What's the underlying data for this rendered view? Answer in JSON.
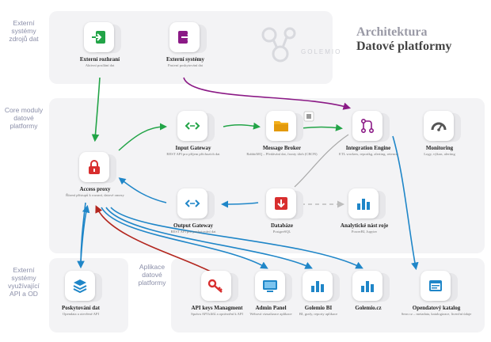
{
  "header": {
    "title_line1": "Architektura",
    "title_line2": "Datové platformy",
    "brand": "GOLEMIO"
  },
  "sections": {
    "external_sources": "Externí systémy zdrojů dat",
    "core_modules": "Core moduly datové platformy",
    "external_consumers": "Externí systémy využívající API a OD",
    "applications": "Aplikace datové platformy"
  },
  "colors": {
    "green": "#22a447",
    "purple": "#8b1a86",
    "blue": "#1f86c8",
    "dark_red": "#b3261e",
    "gray_dashed": "#bdbdbd",
    "red_icon": "#d82e2e",
    "yellow_icon": "#f2b01e"
  },
  "nodes": {
    "ext_sources": {
      "title": "Externí rozhraní",
      "subtitle": "Aktivní posílání dat",
      "icon": "login-icon"
    },
    "ext_systems": {
      "title": "Externí systémy",
      "subtitle": "Pasivní poskytování dat",
      "icon": "logout-icon"
    },
    "access_proxy": {
      "title": "Access proxy",
      "subtitle": "Řízení přístupů k rozraní, datové omezy",
      "icon": "lock-icon"
    },
    "input_gateway": {
      "title": "Input Gateway",
      "subtitle": "REST API pro příjem příchozích dat",
      "icon": "code-icon"
    },
    "message_broker": {
      "title": "Message Broker",
      "subtitle": "RabbitMQ – Předávání dat, fronty úloh (CRON)",
      "icon": "folder-icon"
    },
    "integration_engine": {
      "title": "Integration Engine",
      "subtitle": "ETL workers, reportkg, alerting, retence",
      "icon": "merge-icon"
    },
    "monitoring": {
      "title": "Monitoring",
      "subtitle": "Logy, výkon, alerting",
      "icon": "gauge-icon"
    },
    "output_gateway": {
      "title": "Output Gateway",
      "subtitle": "REST API pro poskytování dat",
      "icon": "code-icon"
    },
    "database": {
      "title": "Databáze",
      "subtitle": "PostgreSQL",
      "icon": "download-icon"
    },
    "analytics": {
      "title": "Analytické nást roje",
      "subtitle": "PowerBI, Jupyter",
      "icon": "bar-chart-icon"
    },
    "data_provision": {
      "title": "Poskytování dat",
      "subtitle": "Opendata a otevřené API",
      "icon": "layers-icon"
    },
    "api_keys": {
      "title": "API keys Managment",
      "subtitle": "Správa API klíčů a oprávnění k API",
      "icon": "key-icon"
    },
    "admin_panel": {
      "title": "Admin Panel",
      "subtitle": "Webová vizualizace aplikace",
      "icon": "monitor-icon"
    },
    "golemio_bi": {
      "title": "Golemio BI",
      "subtitle": "BI, grafy, reporty aplikace",
      "icon": "bar-chart-icon"
    },
    "golemio_cz": {
      "title": "Golemio.cz",
      "subtitle": "",
      "icon": "bar-chart-icon"
    },
    "opendata_catalog": {
      "title": "Opendatový katalog",
      "subtitle": "Sezn cz – metadata, katalogizace, licenční údaje",
      "icon": "browser-icon"
    }
  }
}
